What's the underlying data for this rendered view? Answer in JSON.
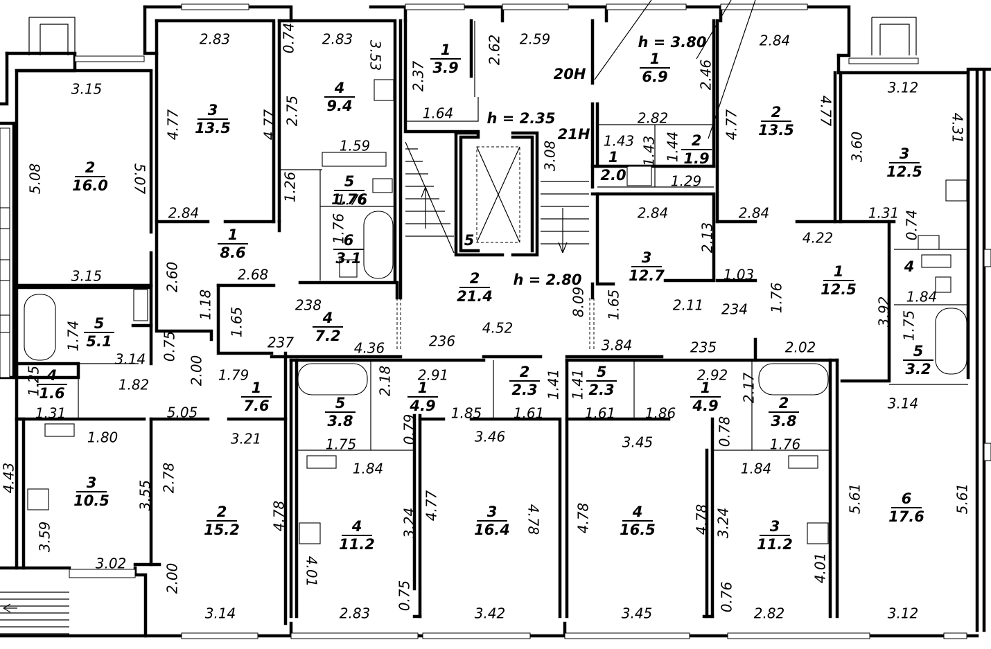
{
  "plan": {
    "heights": [
      {
        "id": "h1",
        "text": "h = 3.80"
      },
      {
        "id": "h2",
        "text": "h = 2.35"
      },
      {
        "id": "h3",
        "text": "h = 2.80"
      }
    ],
    "labels": [
      {
        "id": "l1",
        "text": "20Н"
      },
      {
        "id": "l2",
        "text": "21Н"
      },
      {
        "id": "l3",
        "text": "5"
      }
    ],
    "rooms": [
      {
        "id": "r1",
        "num": "2",
        "area": "16.0"
      },
      {
        "id": "r2",
        "num": "3",
        "area": "13.5"
      },
      {
        "id": "r3",
        "num": "4",
        "area": "9.4"
      },
      {
        "id": "r4",
        "num": "5",
        "area": "1.76"
      },
      {
        "id": "r5",
        "num": "6",
        "area": "3.1"
      },
      {
        "id": "r6",
        "num": "1",
        "area": "8.6"
      },
      {
        "id": "r7",
        "num": "1",
        "area": "3.9"
      },
      {
        "id": "r8",
        "num": "1",
        "area": "6.9"
      },
      {
        "id": "r9",
        "num": "1",
        "area": "2.0"
      },
      {
        "id": "r10",
        "num": "2",
        "area": "1.9"
      },
      {
        "id": "r11",
        "num": "2",
        "area": "13.5"
      },
      {
        "id": "r12",
        "num": "3",
        "area": "12.5"
      },
      {
        "id": "r13",
        "num": "3",
        "area": "12.7"
      },
      {
        "id": "r14",
        "num": "1",
        "area": "12.5"
      },
      {
        "id": "r15",
        "num": "2",
        "area": "21.4"
      },
      {
        "id": "r16",
        "num": "4",
        "area": "7.2"
      },
      {
        "id": "r17",
        "num": "5",
        "area": "5.1"
      },
      {
        "id": "r18",
        "num": "4",
        "area": "1.6"
      },
      {
        "id": "r19",
        "num": "1",
        "area": "7.6"
      },
      {
        "id": "r20",
        "num": "5",
        "area": "3.8"
      },
      {
        "id": "r21",
        "num": "1",
        "area": "4.9"
      },
      {
        "id": "r22",
        "num": "2",
        "area": "2.3"
      },
      {
        "id": "r23",
        "num": "5",
        "area": "2.3"
      },
      {
        "id": "r24",
        "num": "1",
        "area": "4.9"
      },
      {
        "id": "r25",
        "num": "2",
        "area": "3.8"
      },
      {
        "id": "r26",
        "num": "5",
        "area": "3.2"
      },
      {
        "id": "r27",
        "num": "3",
        "area": "10.5"
      },
      {
        "id": "r28",
        "num": "2",
        "area": "15.2"
      },
      {
        "id": "r29",
        "num": "4",
        "area": "11.2"
      },
      {
        "id": "r30",
        "num": "3",
        "area": "16.4"
      },
      {
        "id": "r31",
        "num": "4",
        "area": "16.5"
      },
      {
        "id": "r32",
        "num": "3",
        "area": "11.2"
      },
      {
        "id": "r33",
        "num": "6",
        "area": "17.6"
      },
      {
        "id": "r34",
        "num": "4",
        "area": ""
      }
    ],
    "dims": [
      {
        "id": "d1",
        "text": "2.83"
      },
      {
        "id": "d2",
        "text": "0.74"
      },
      {
        "id": "d3",
        "text": "2.83"
      },
      {
        "id": "d4",
        "text": "3.53"
      },
      {
        "id": "d5",
        "text": "2.59"
      },
      {
        "id": "d6",
        "text": "2.62"
      },
      {
        "id": "d7",
        "text": "2.37"
      },
      {
        "id": "d8",
        "text": "1.64"
      },
      {
        "id": "d9",
        "text": "2.84"
      },
      {
        "id": "d10",
        "text": "3.15"
      },
      {
        "id": "d11",
        "text": "3.12"
      },
      {
        "id": "d12",
        "text": "4.77"
      },
      {
        "id": "d13",
        "text": "4.77"
      },
      {
        "id": "d14",
        "text": "2.75"
      },
      {
        "id": "d15",
        "text": "2.46"
      },
      {
        "id": "d16",
        "text": "4.77"
      },
      {
        "id": "d17",
        "text": "4.77"
      },
      {
        "id": "d18",
        "text": "4.31"
      },
      {
        "id": "d19",
        "text": "5.08"
      },
      {
        "id": "d20",
        "text": "5.07"
      },
      {
        "id": "d21",
        "text": "1.59"
      },
      {
        "id": "d22",
        "text": "2.82"
      },
      {
        "id": "d23",
        "text": "1.43"
      },
      {
        "id": "d24",
        "text": "1.43"
      },
      {
        "id": "d25",
        "text": "1.44"
      },
      {
        "id": "d26",
        "text": "3.08"
      },
      {
        "id": "d27",
        "text": "3.60"
      },
      {
        "id": "d28",
        "text": "1.26"
      },
      {
        "id": "d29",
        "text": "1.76"
      },
      {
        "id": "d30",
        "text": "1.29"
      },
      {
        "id": "d31",
        "text": "2.84"
      },
      {
        "id": "d32",
        "text": "2.84"
      },
      {
        "id": "d33",
        "text": "2.84"
      },
      {
        "id": "d34",
        "text": "1.31"
      },
      {
        "id": "d35",
        "text": "1.76"
      },
      {
        "id": "d36",
        "text": "4.22"
      },
      {
        "id": "d37",
        "text": "2.13"
      },
      {
        "id": "d38",
        "text": "0.74"
      },
      {
        "id": "d39",
        "text": "3.15"
      },
      {
        "id": "d40",
        "text": "2.68"
      },
      {
        "id": "d41",
        "text": "2.60"
      },
      {
        "id": "d42",
        "text": "1.03"
      },
      {
        "id": "d43",
        "text": "238"
      },
      {
        "id": "d44",
        "text": "1.18"
      },
      {
        "id": "d45",
        "text": "1.65"
      },
      {
        "id": "d46",
        "text": "8.09"
      },
      {
        "id": "d47",
        "text": "1.65"
      },
      {
        "id": "d48",
        "text": "2.11"
      },
      {
        "id": "d49",
        "text": "234"
      },
      {
        "id": "d50",
        "text": "1.76"
      },
      {
        "id": "d51",
        "text": "1.84"
      },
      {
        "id": "d52",
        "text": "3.92"
      },
      {
        "id": "d53",
        "text": "1.74"
      },
      {
        "id": "d54",
        "text": "4.52"
      },
      {
        "id": "d55",
        "text": "237"
      },
      {
        "id": "d56",
        "text": "236"
      },
      {
        "id": "d57",
        "text": "4.36"
      },
      {
        "id": "d58",
        "text": "3.84"
      },
      {
        "id": "d59",
        "text": "235"
      },
      {
        "id": "d60",
        "text": "2.02"
      },
      {
        "id": "d61",
        "text": "1.75"
      },
      {
        "id": "d62",
        "text": "3.14"
      },
      {
        "id": "d63",
        "text": "0.75"
      },
      {
        "id": "d64",
        "text": "2.00"
      },
      {
        "id": "d65",
        "text": "1.79"
      },
      {
        "id": "d66",
        "text": "2.18"
      },
      {
        "id": "d67",
        "text": "2.91"
      },
      {
        "id": "d68",
        "text": "1.41"
      },
      {
        "id": "d69",
        "text": "1.41"
      },
      {
        "id": "d70",
        "text": "2.92"
      },
      {
        "id": "d71",
        "text": "2.17"
      },
      {
        "id": "d72",
        "text": "1.25"
      },
      {
        "id": "d73",
        "text": "1.82"
      },
      {
        "id": "d74",
        "text": "1.31"
      },
      {
        "id": "d75",
        "text": "5.05"
      },
      {
        "id": "d76",
        "text": "1.85"
      },
      {
        "id": "d77",
        "text": "1.61"
      },
      {
        "id": "d78",
        "text": "1.61"
      },
      {
        "id": "d79",
        "text": "1.86"
      },
      {
        "id": "d80",
        "text": "3.14"
      },
      {
        "id": "d81",
        "text": "1.80"
      },
      {
        "id": "d82",
        "text": "3.21"
      },
      {
        "id": "d83",
        "text": "0.79"
      },
      {
        "id": "d84",
        "text": "3.46"
      },
      {
        "id": "d85",
        "text": "3.45"
      },
      {
        "id": "d86",
        "text": "0.78"
      },
      {
        "id": "d87",
        "text": "1.75"
      },
      {
        "id": "d88",
        "text": "1.76"
      },
      {
        "id": "d89",
        "text": "1.84"
      },
      {
        "id": "d90",
        "text": "1.84"
      },
      {
        "id": "d91",
        "text": "2.78"
      },
      {
        "id": "d92",
        "text": "3.55"
      },
      {
        "id": "d93",
        "text": "4.78"
      },
      {
        "id": "d94",
        "text": "4.77"
      },
      {
        "id": "d95",
        "text": "4.78"
      },
      {
        "id": "d96",
        "text": "4.78"
      },
      {
        "id": "d97",
        "text": "4.78"
      },
      {
        "id": "d98",
        "text": "3.24"
      },
      {
        "id": "d99",
        "text": "3.24"
      },
      {
        "id": "d100",
        "text": "5.61"
      },
      {
        "id": "d101",
        "text": "5.61"
      },
      {
        "id": "d102",
        "text": "4.43"
      },
      {
        "id": "d103",
        "text": "3.59"
      },
      {
        "id": "d104",
        "text": "3.02"
      },
      {
        "id": "d105",
        "text": "2.00"
      },
      {
        "id": "d106",
        "text": "3.14"
      },
      {
        "id": "d107",
        "text": "4.01"
      },
      {
        "id": "d108",
        "text": "4.01"
      },
      {
        "id": "d109",
        "text": "2.83"
      },
      {
        "id": "d110",
        "text": "0.75"
      },
      {
        "id": "d111",
        "text": "3.42"
      },
      {
        "id": "d112",
        "text": "3.45"
      },
      {
        "id": "d113",
        "text": "0.76"
      },
      {
        "id": "d114",
        "text": "2.82"
      },
      {
        "id": "d115",
        "text": "3.12"
      }
    ]
  }
}
